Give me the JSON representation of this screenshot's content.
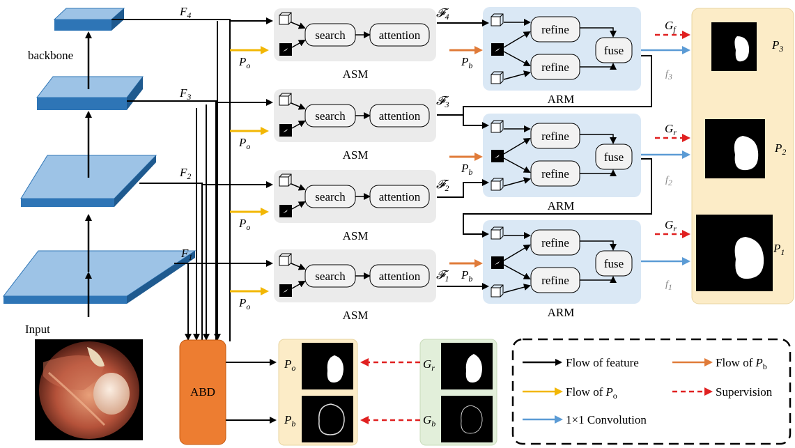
{
  "labels": {
    "backbone": "backbone",
    "input": "Input",
    "abd": "ABD",
    "asm": "ASM",
    "arm": "ARM",
    "search": "search",
    "attention": "attention",
    "refine": "refine",
    "fuse": "fuse"
  },
  "symbols": {
    "F": "F",
    "Fcal": "𝓕",
    "G": "G",
    "P": "P",
    "f": "f",
    "sub_o": "o",
    "sub_b": "b",
    "sub_r": "r",
    "sub_f": "f",
    "sub_1": "1",
    "sub_2": "2",
    "sub_3": "3",
    "sub_4": "4"
  },
  "legend": {
    "feature": "Flow of feature",
    "pb_prefix": "Flow of",
    "po_prefix": "Flow of",
    "supervision": "Supervision",
    "conv": "1×1 Convolution"
  },
  "colors": {
    "backbone_face": "#9dc3e6",
    "backbone_side": "#2e75b6",
    "asm_bg": "#ebebeb",
    "arm_bg": "#dae8f5",
    "output_panel": "#fcecc7",
    "abd": "#ed7d31",
    "gt_panel": "#e2efda",
    "arrow_po": "#f2b705",
    "arrow_pb": "#e07b39",
    "arrow_sup": "#e02020",
    "arrow_conv": "#5b9bd5"
  }
}
